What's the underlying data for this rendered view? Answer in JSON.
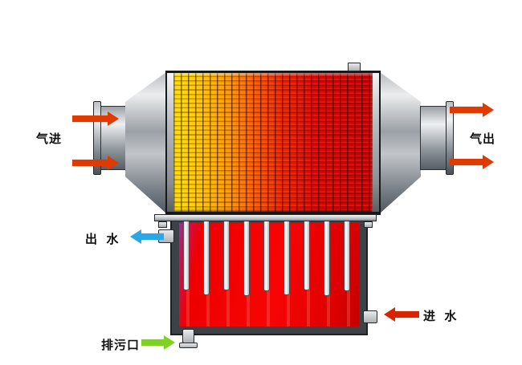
{
  "diagram": {
    "type": "gas-water heat exchanger cutaway",
    "labels": {
      "gas_in": "气进",
      "gas_out": "气出",
      "water_out": "出  水",
      "water_in": "进  水",
      "drain": "排污口"
    },
    "colors": {
      "gas-arrow": "#e03a00",
      "water-out-arrow": "#2aa7e8",
      "water-in-arrow": "#d92400",
      "drain-arrow": "#7ed321",
      "tank-fill": "#ee0000",
      "hot-end": "#cc0000",
      "cold-end": "#ffdf00",
      "wall": "#3d4248"
    }
  }
}
